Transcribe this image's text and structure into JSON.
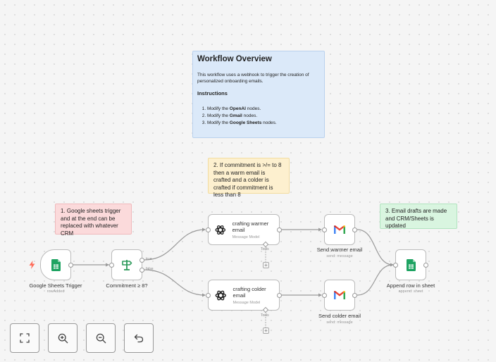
{
  "stickies": {
    "overview": {
      "title": "Workflow Overview",
      "description": "This workflow uses a webhook to trigger the creation of personalized onboarding emails.",
      "instructions_title": "Instructions",
      "steps": [
        {
          "prefix": "Modify the ",
          "bold": "OpenAI",
          "suffix": " nodes."
        },
        {
          "prefix": "Modify the ",
          "bold": "Gmail",
          "suffix": " nodes."
        },
        {
          "prefix": "Modify the ",
          "bold": "Google Sheets",
          "suffix": " nodes."
        }
      ]
    },
    "commitment": "2. If commitment is >/= to 8 then a warm email is crafted and a colder is crafted if commitment is less than 8",
    "trigger": "1. Google sheets trigger and at the end can be replaced with whatever CRM",
    "drafts": "3. Email drafts are made and CRM/Sheets is updated"
  },
  "nodes": {
    "sheets_trigger": {
      "label": "Google Sheets Trigger",
      "sub": "rowAdded"
    },
    "if_node": {
      "label": "Commitment ≥ 8?",
      "true_label": "true",
      "false_label": "false"
    },
    "warm_ai": {
      "title": "crafting warmer email",
      "sub": "Message Model",
      "tools_label": "Tools"
    },
    "cold_ai": {
      "title": "crafting colder email",
      "sub": "Message Model",
      "tools_label": "Tools"
    },
    "send_warm": {
      "label": "Send warmer email",
      "sub": "send: message"
    },
    "send_cold": {
      "label": "Send colder email",
      "sub": "send: message"
    },
    "append_row": {
      "label": "Append row in sheet",
      "sub": "append: sheet"
    }
  },
  "icons": {
    "trigger": "lightning-bolt-icon",
    "sheets": "google-sheets-icon",
    "if": "signpost-icon",
    "openai": "openai-icon",
    "gmail": "gmail-icon",
    "fit": "fit-view-icon",
    "zoom_in": "zoom-in-icon",
    "zoom_out": "zoom-out-icon",
    "undo": "undo-icon"
  },
  "colors": {
    "sheets_green": "#1ea362",
    "if_green": "#2b9a5a",
    "trigger_red": "#ff6d5a",
    "edge": "#9a9a9a"
  }
}
